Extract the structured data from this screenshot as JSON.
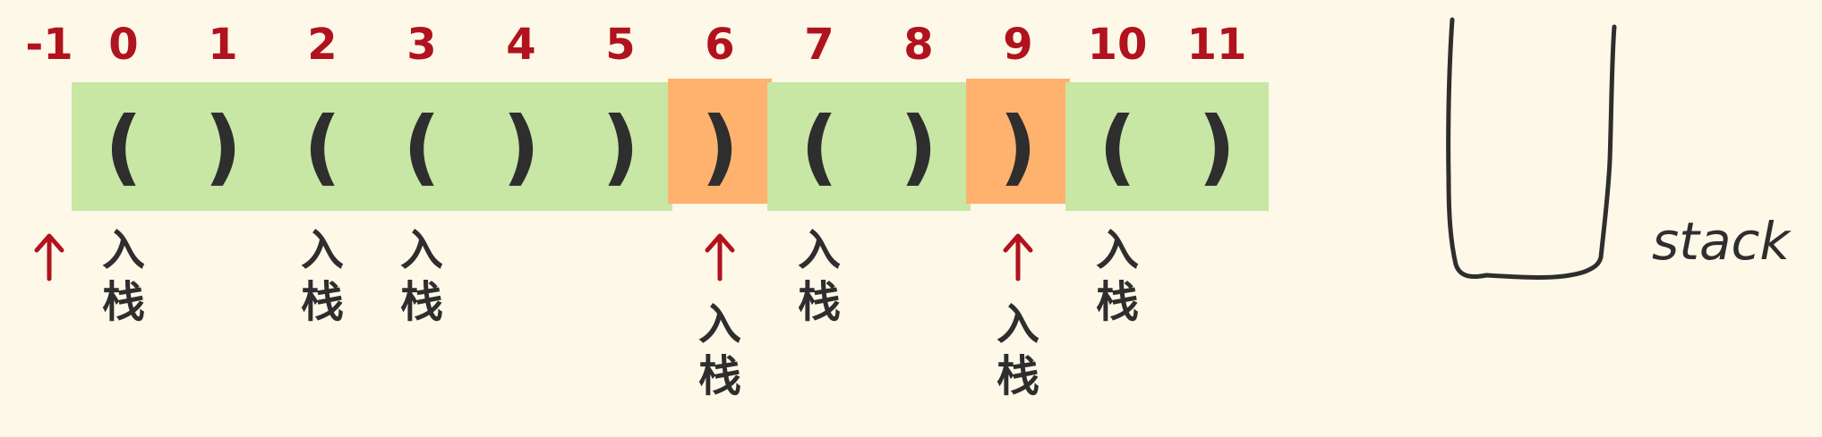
{
  "indices": [
    "-1",
    "0",
    "1",
    "2",
    "3",
    "4",
    "5",
    "6",
    "7",
    "8",
    "9",
    "10",
    "11"
  ],
  "chars": [
    "(",
    ")",
    "(",
    "(",
    ")",
    ")",
    ")",
    "(",
    ")",
    ")",
    "(",
    ")"
  ],
  "cell_states": [
    "valid",
    "valid",
    "valid",
    "valid",
    "valid",
    "valid",
    "invalid",
    "valid",
    "valid",
    "invalid",
    "valid",
    "valid"
  ],
  "events": [
    {
      "index": "-1",
      "action": "",
      "pointer": true
    },
    {
      "index": "0",
      "action": "入栈",
      "pointer": false
    },
    {
      "index": "2",
      "action": "入栈",
      "pointer": false
    },
    {
      "index": "3",
      "action": "入栈",
      "pointer": false
    },
    {
      "index": "6",
      "action": "入栈",
      "pointer": true
    },
    {
      "index": "7",
      "action": "入栈",
      "pointer": false
    },
    {
      "index": "9",
      "action": "入栈",
      "pointer": true
    },
    {
      "index": "10",
      "action": "入栈",
      "pointer": false
    }
  ],
  "stack": {
    "label": "stack"
  },
  "colors": {
    "background": "#fdf8e8",
    "valid": "#c8e6a4",
    "invalid": "#ffb26e",
    "index_text": "#b0121e",
    "pointer": "#b0121e",
    "ink": "#2e2e2e"
  }
}
